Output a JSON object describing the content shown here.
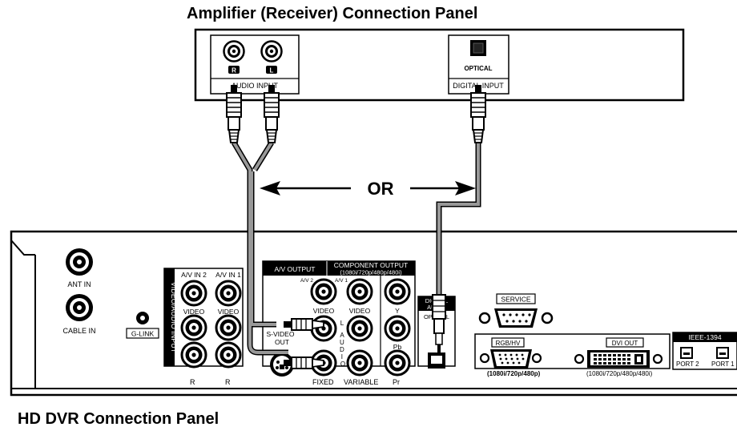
{
  "amp_panel": {
    "title": "Amplifier (Receiver) Connection Panel",
    "r_label": "R",
    "l_label": "L",
    "audio_input": "AUDIO INPUT",
    "optical": "OPTICAL",
    "digital_input": "DIGITAL INPUT"
  },
  "or_label": "OR",
  "dvr_panel": {
    "title": "HD DVR Connection Panel",
    "ant_in": "ANT IN",
    "cable_in": "CABLE IN",
    "g_link": "G-LINK",
    "vertical_label": "VIDEO/AUDIO INPUT",
    "av_in_2": "A/V IN 2",
    "av_in_1": "A/V IN 1",
    "video": "VIDEO",
    "l": "L",
    "r": "R",
    "av_output": "A/V OUTPUT",
    "av_2_small": "A/V 2",
    "av_1_small": "A/V 1",
    "component_output": "COMPONENT OUTPUT",
    "component_formats": "(1080i/720p/480p/480i)",
    "y": "Y",
    "pb": "Pb",
    "pr": "Pr",
    "s_video": "S-VIDEO",
    "out": "OUT",
    "audio_vertical": "AUDIO",
    "fixed": "FIXED",
    "variable": "VARIABLE",
    "digital_audio_line1": "DIGITAL",
    "digital_audio_line2": "AUDIO",
    "optical": "OPTICAL",
    "service": "SERVICE",
    "rgb_hv": "RGB/HV",
    "rgb_formats": "(1080i/720p/480p)",
    "dvi_out": "DVI OUT",
    "dvi_formats": "(1080i/720p/480p/480i)",
    "ieee": "IEEE-1394",
    "port2": "PORT 2",
    "port1": "PORT 1"
  }
}
